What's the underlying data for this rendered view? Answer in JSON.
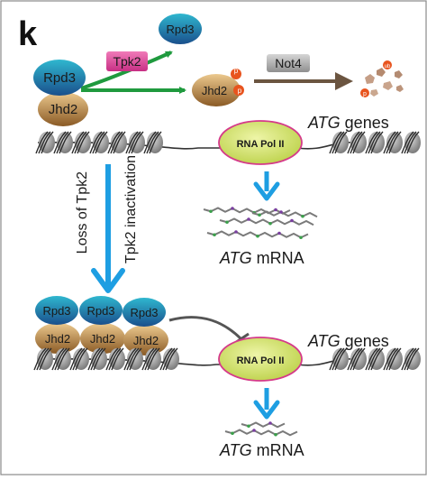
{
  "panel_label": "k",
  "proteins": {
    "rpd3": "Rpd3",
    "jhd2": "Jhd2",
    "tpk2": "Tpk2",
    "not4": "Not4",
    "rna_pol": "RNA Pol II"
  },
  "modifications": {
    "phospho": "p",
    "ubiquitin": "ub"
  },
  "genes_label_italic": "ATG",
  "genes_label_rest": " genes",
  "mrna_label_italic": "ATG",
  "mrna_label_rest": " mRNA",
  "side_labels": {
    "loss": "Loss of Tpk2",
    "inactivation": "Tpk2 inactivation"
  },
  "colors": {
    "rpd3_top": "#2ea8c8",
    "rpd3_bottom": "#1a4f8c",
    "jhd2_top": "#e6bd7e",
    "jhd2_bottom": "#8a5a25",
    "tpk2": "#e0449a",
    "not4": "#a8a8a8",
    "rna_pol_fill": "#cfe06a",
    "rna_pol_stroke": "#d53a8a",
    "phospho": "#e8541e",
    "green_arrow": "#1f9a3e",
    "brown_arrow": "#6b5540",
    "blue_arrow": "#1e9ee2",
    "dna": "#333333"
  }
}
